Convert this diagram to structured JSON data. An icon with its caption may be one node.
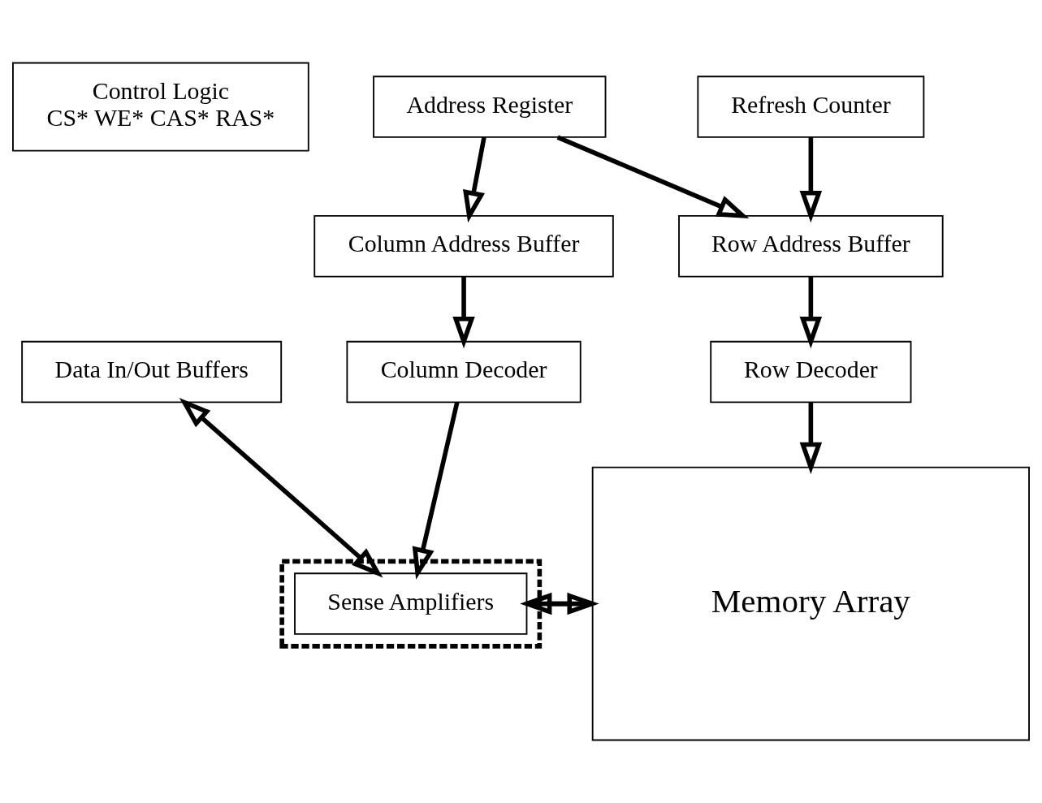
{
  "diagram": {
    "nodes": [
      {
        "text": [
          "Control Logic",
          "CS* WE* CAS* RAS*"
        ]
      },
      {
        "text": [
          "Column Address Buffer"
        ]
      },
      {
        "text": [
          "Column Decoder"
        ]
      },
      {
        "text": [],
        "shape": "box"
      },
      {
        "text": [
          "Sense Amplifiers"
        ],
        "in": 3
      },
      {
        "text": [
          "Data In/Out Buffers"
        ]
      },
      {
        "text": [
          "Address Register"
        ]
      },
      {
        "text": [
          "Refresh Counter"
        ]
      },
      {
        "text": [
          "Row Address Buffer"
        ]
      },
      {
        "text": [
          "Row Decoder"
        ]
      },
      {
        "text": [
          "Memory Array"
        ]
      }
    ],
    "edges": [
      {
        "from": 6,
        "to": 1,
        "arrow": "to"
      },
      {
        "from": 6,
        "to": 8,
        "arrow": "to"
      },
      {
        "from": 1,
        "to": 2,
        "arrow": "to"
      },
      {
        "from": 2,
        "to": 4,
        "arrow": "to"
      },
      {
        "from": 5,
        "to": 4,
        "arrow": "both"
      },
      {
        "from": 7,
        "to": 8,
        "arrow": "to"
      },
      {
        "from": 8,
        "to": 9,
        "arrow": "to"
      },
      {
        "from": 9,
        "to": 10,
        "arrow": "to"
      },
      {
        "from": 10,
        "to": 4,
        "arrow": "to"
      },
      {
        "from": 4,
        "to": 10,
        "arrow": "to"
      }
    ]
  }
}
